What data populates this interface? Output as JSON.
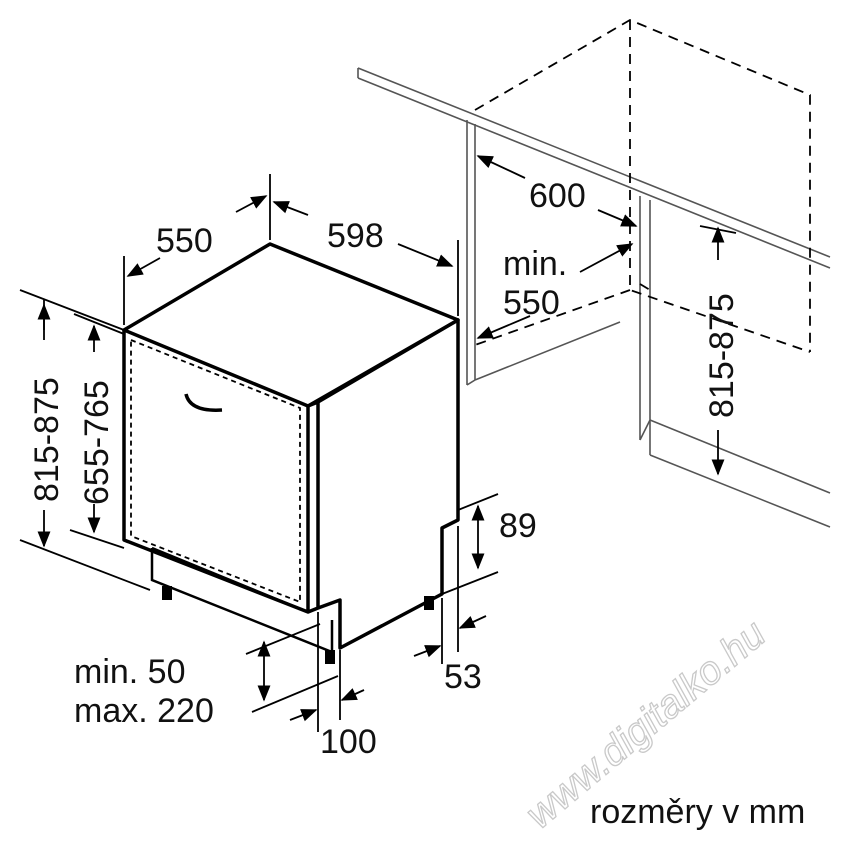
{
  "dimensions": {
    "depth": "550",
    "width": "598",
    "height_total": "815-875",
    "height_body": "655-765",
    "niche_width": "600",
    "niche_depth_min": "min.",
    "niche_depth_value": "550",
    "niche_height": "815-875",
    "plinth_height": "89",
    "plinth_setback": "53",
    "plinth_gap_min": "min. 50",
    "plinth_gap_max": "max. 220",
    "door_offset": "100"
  },
  "footer": {
    "units_note": "rozměry v mm"
  },
  "watermark": "www.digitalko.hu",
  "colors": {
    "line": "#000000",
    "cabinet": "#555555",
    "watermark": "#c9c9c9"
  }
}
